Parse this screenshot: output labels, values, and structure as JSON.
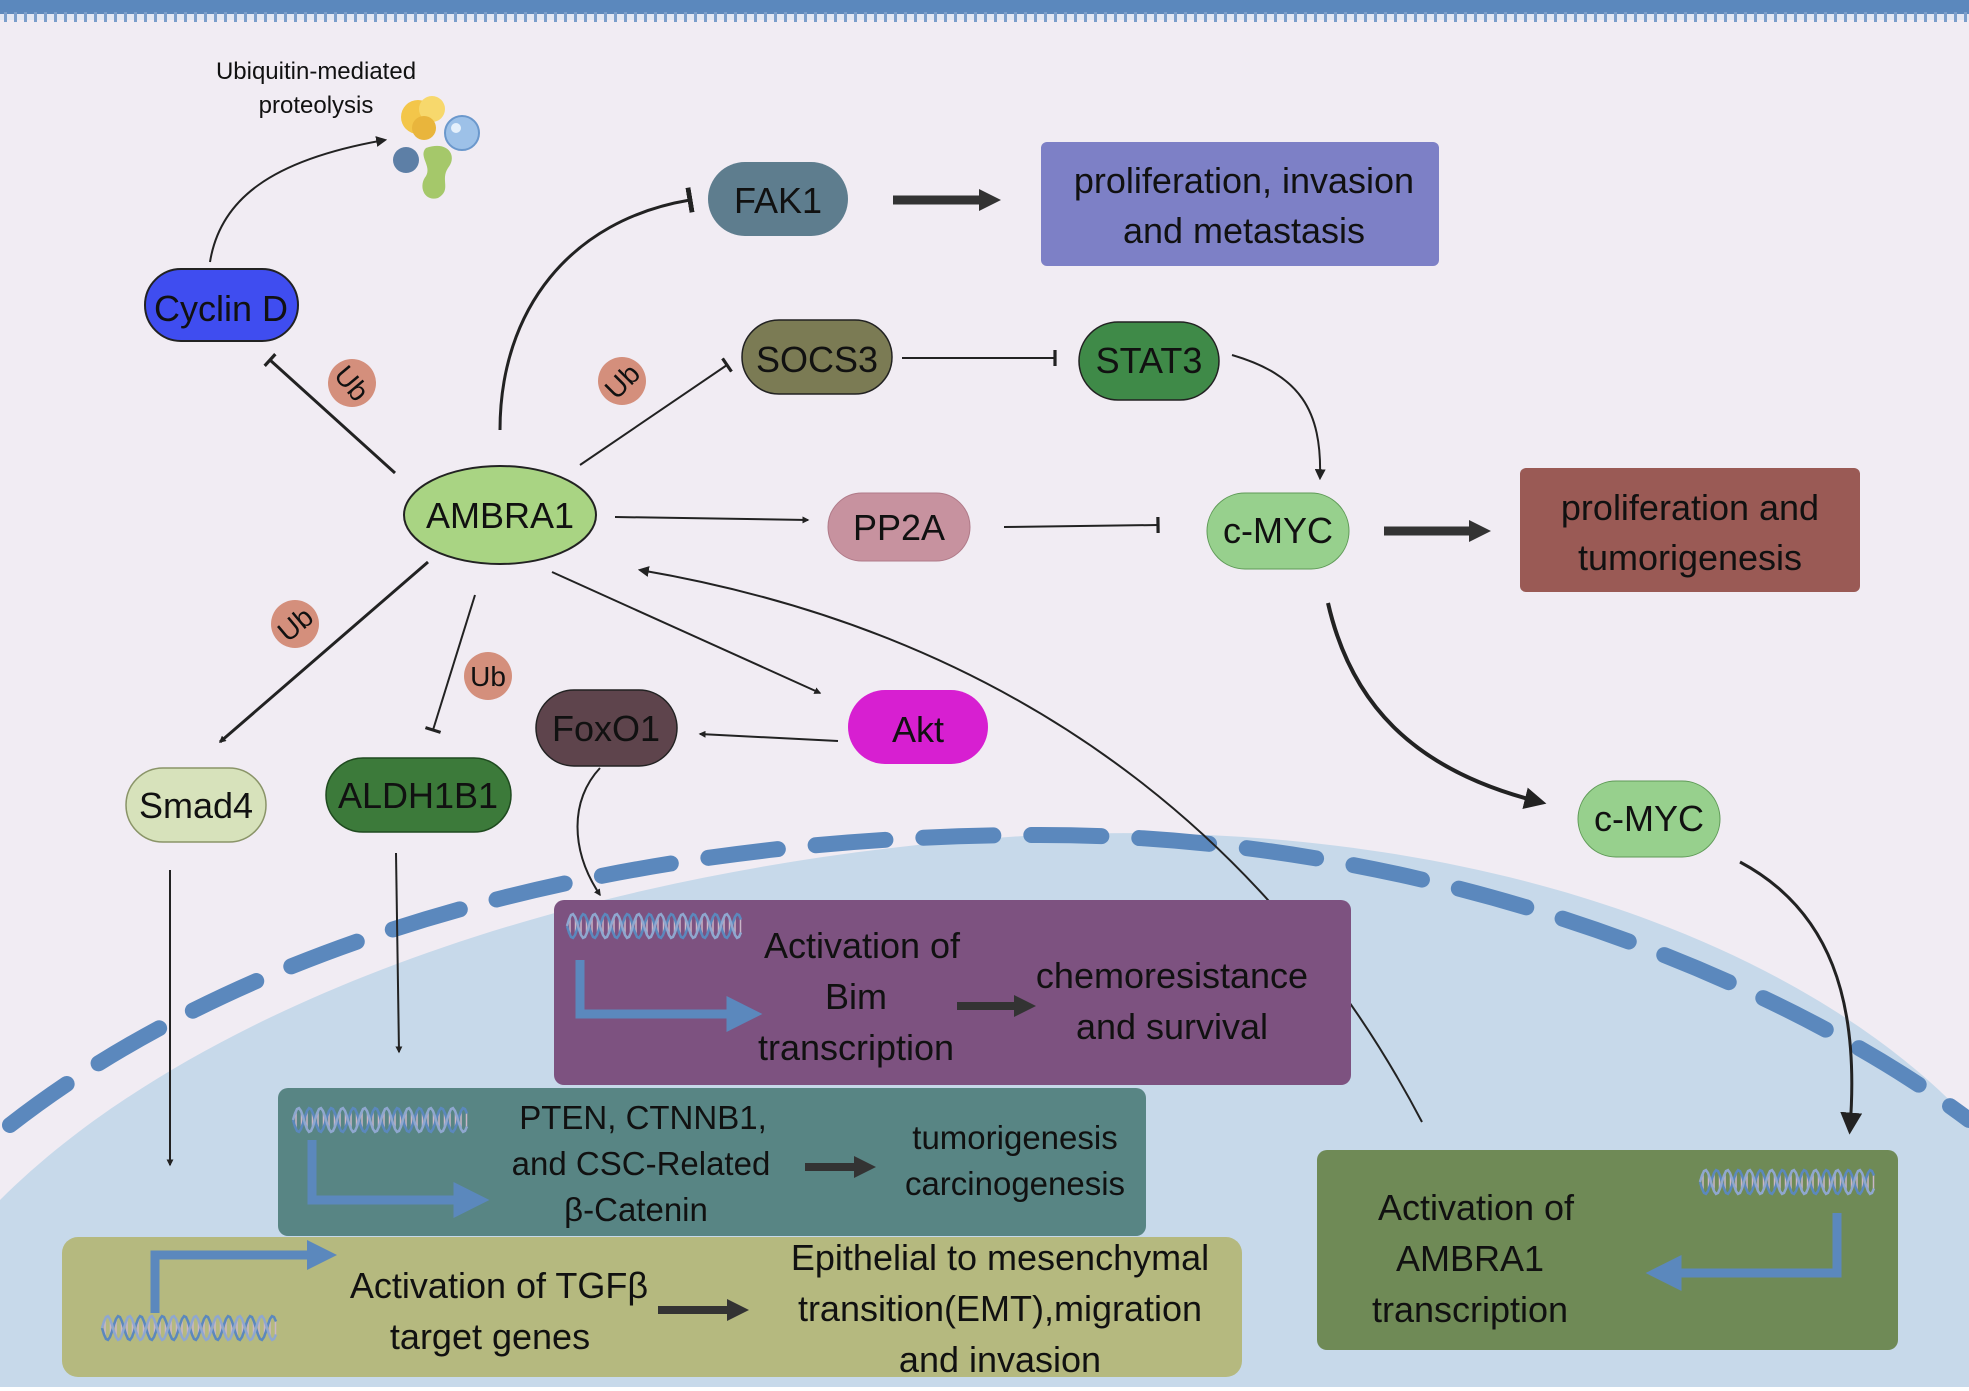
{
  "header_label": "Ubiquitin-mediated proteolysis",
  "nodes": {
    "cyclin_d": "Cyclin D",
    "fak1": "FAK1",
    "socs3": "SOCS3",
    "stat3": "STAT3",
    "ambra1": "AMBRA1",
    "pp2a": "PP2A",
    "cmyc_cyto": "c-MYC",
    "cmyc_nuc": "c-MYC",
    "smad4": "Smad4",
    "aldh1b1": "ALDH1B1",
    "foxo1": "FoxO1",
    "akt": "Akt"
  },
  "ub_label": "Ub",
  "outcomes": {
    "fak1": [
      "proliferation, invasion",
      "and metastasis"
    ],
    "cmyc": [
      "proliferation and",
      "tumorigenesis"
    ]
  },
  "panels": {
    "bim": {
      "lines": [
        "Activation of",
        "Bim",
        "transcription"
      ],
      "result": [
        "chemoresistance",
        "and survival"
      ]
    },
    "pten": {
      "lines": [
        "PTEN, CTNNB1,",
        "and CSC-Related",
        "β-Catenin"
      ],
      "result": [
        "tumorigenesis",
        "carcinogenesis"
      ]
    },
    "tgfb": {
      "lines": [
        "Activation of TGFβ",
        "target genes"
      ],
      "result": [
        "Epithelial to mesenchymal",
        "transition(EMT),migration",
        "and invasion"
      ]
    },
    "ambra1_tx": {
      "lines": [
        "Activation of",
        "AMBRA1",
        "transcription"
      ]
    }
  },
  "colors": {
    "cytoplasm": "#f1ecf3",
    "nucleus": "#c7d9ea",
    "membrane": "#5b88bd",
    "cyclin_d": "#3f4df0",
    "fak1": "#5e7d8e",
    "socs3": "#7b7b54",
    "stat3": "#3f8a48",
    "ambra1": "#a9d483",
    "pp2a": "#c7929f",
    "cmyc": "#97d08d",
    "smad4": "#d7e2bb",
    "aldh1b1": "#3c7a3a",
    "foxo1": "#5e444c",
    "akt": "#d71fd1",
    "ub": "#d48f7c",
    "outcome_fak1": "#7d80c6",
    "outcome_cmyc": "#9a5a55",
    "panel_bim": "#7d5280",
    "panel_pten": "#588584",
    "panel_tgfb": "#b5b97f",
    "panel_ambra1": "#6f8a56",
    "transcription_arrow": "#5b88bd"
  }
}
